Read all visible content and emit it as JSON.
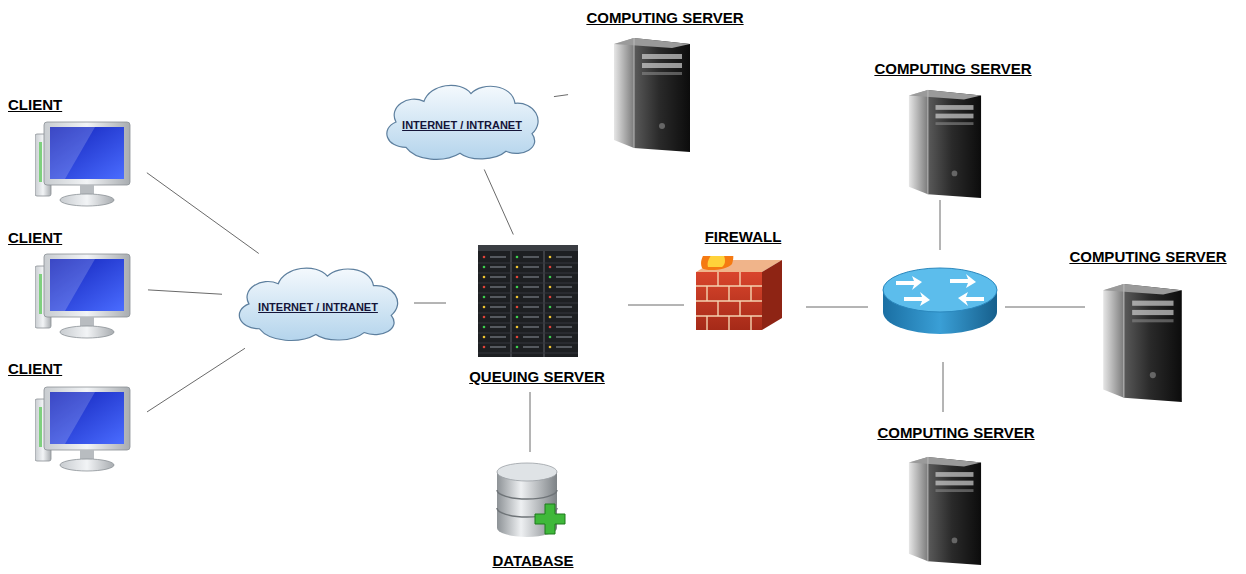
{
  "diagram": {
    "nodes": [
      {
        "text": [
          "CLIENT"
        ]
      },
      {
        "text": [
          "CLIENT"
        ]
      },
      {
        "text": [
          "CLIENT"
        ]
      },
      {
        "text": [
          "INTERNET / INTRANET"
        ]
      },
      {
        "text": [
          "COMPUTING SERVER"
        ]
      },
      {
        "text": [
          "INTERNET / INTRANET"
        ]
      },
      {
        "text": [
          "QUEUING SERVER"
        ]
      },
      {
        "text": [
          "FIREWALL"
        ]
      },
      {
        "text": [
          "DATABASE"
        ]
      },
      {
        "text": [
          "COMPUTING SERVER"
        ]
      },
      {
        "text": [
          "COMPUTING SERVER"
        ]
      },
      {
        "text": [
          "COMPUTING SERVER"
        ]
      }
    ],
    "edges": [
      {
        "from": 0,
        "to": 5,
        "arrow": "none"
      },
      {
        "from": 1,
        "to": 5,
        "arrow": "none"
      },
      {
        "from": 2,
        "to": 5,
        "arrow": "none"
      },
      {
        "from": 5,
        "to": 6,
        "arrow": "none"
      },
      {
        "from": 3,
        "to": 4,
        "arrow": "none"
      },
      {
        "from": 3,
        "to": 6,
        "arrow": "none"
      },
      {
        "from": 6,
        "to": 7,
        "arrow": "none"
      },
      {
        "from": 6,
        "to": 8,
        "arrow": "none"
      }
    ]
  }
}
